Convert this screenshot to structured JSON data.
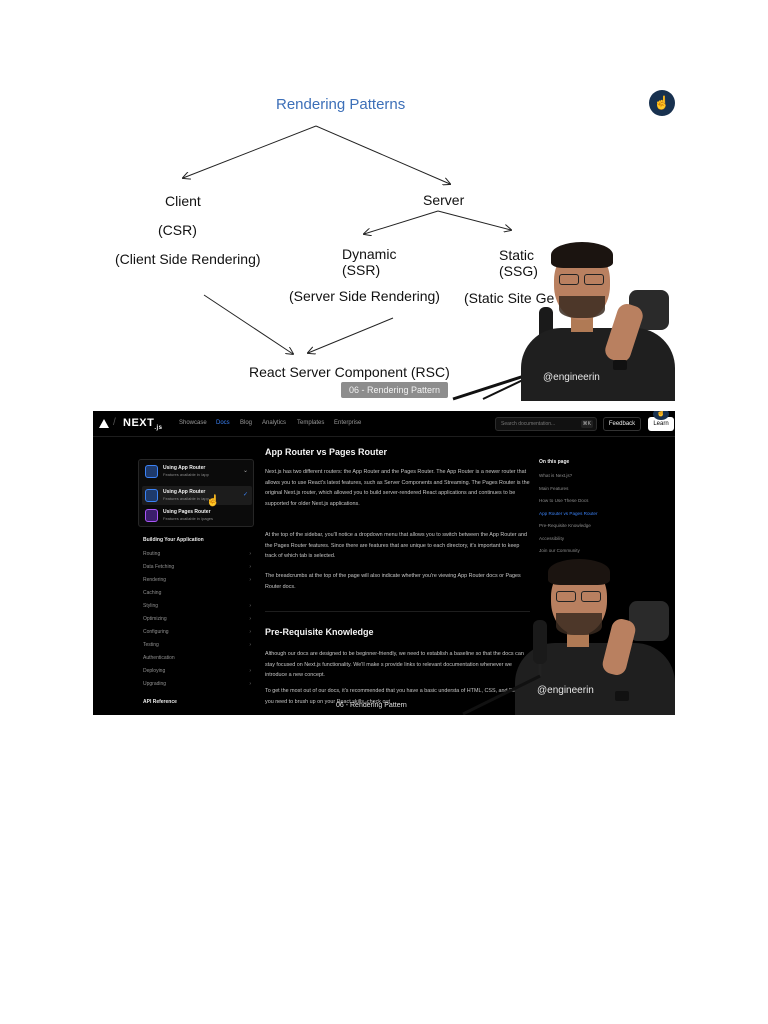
{
  "slide": {
    "title": "Rendering Patterns",
    "client": "Client",
    "csr": "(CSR)",
    "client_desc": "(Client Side Rendering)",
    "server": "Server",
    "dynamic": "Dynamic",
    "ssr": "(SSR)",
    "server_desc": "(Server Side Rendering)",
    "static": "Static",
    "ssg": "(SSG)",
    "static_desc": "(Static Site Ge",
    "rsc": "React Server Component (RSC)",
    "caption": "06 - Rendering Pattern",
    "shirt_text": "@engineerin"
  },
  "docs": {
    "brand": "NEXT",
    "brand_sub": ".js",
    "nav_links": [
      "Showcase",
      "Docs",
      "Blog",
      "Analytics",
      "Templates",
      "Enterprise"
    ],
    "search_placeholder": "Search documentation...",
    "search_kbd": "⌘K",
    "feedback": "Feedback",
    "learn": "Learn",
    "dropdown": [
      {
        "title": "Using App Router",
        "sub": "Features available in /app"
      },
      {
        "title": "Using App Router",
        "sub": "Features available in /app"
      },
      {
        "title": "Using Pages Router",
        "sub": "Features available in /pages"
      }
    ],
    "sidebar_heading": "Building Your Application",
    "sidebar_items": [
      "Routing",
      "Data Fetching",
      "Rendering",
      "Caching",
      "Styling",
      "Optimizing",
      "Configuring",
      "Testing",
      "Authentication",
      "Deploying",
      "Upgrading"
    ],
    "sidebar_footer": "API Reference",
    "h_app_router": "App Router vs Pages Router",
    "p1": "Next.js has two different routers: the App Router and the Pages Router. The App Router is a newer router that allows you to use React's latest features, such as Server Components and Streaming. The Pages Router is the original Next.js router, which allowed you to build server-rendered React applications and continues to be supported for older Next.js applications.",
    "p2": "At the top of the sidebar, you'll notice a dropdown menu that allows you to switch between the App Router and the Pages Router features. Since there are features that are unique to each directory, it's important to keep track of which tab is selected.",
    "p3": "The breadcrumbs at the top of the page will also indicate whether you're viewing App Router docs or Pages Router docs.",
    "h_prereq": "Pre-Requisite Knowledge",
    "p4": "Although our docs are designed to be beginner-friendly, we need to establish a baseline so that the docs can stay focused on Next.js functionality. We'll make s provide links to relevant documentation whenever we introduce a new concept.",
    "p5": "To get the most out of our docs, it's recommended that you have a basic understa of HTML, CSS, and React. If you need to brush up on your React skills, check out",
    "toc_heading": "On this page",
    "toc_items": [
      "What is Next.js?",
      "Main Features",
      "How to Use These Docs",
      "App Router vs Pages Router",
      "Pre-Requisite Knowledge",
      "Accessibility",
      "Join our Community"
    ],
    "caption": "06 - Rendering Pattern",
    "shirt_text": "@engineerin"
  }
}
